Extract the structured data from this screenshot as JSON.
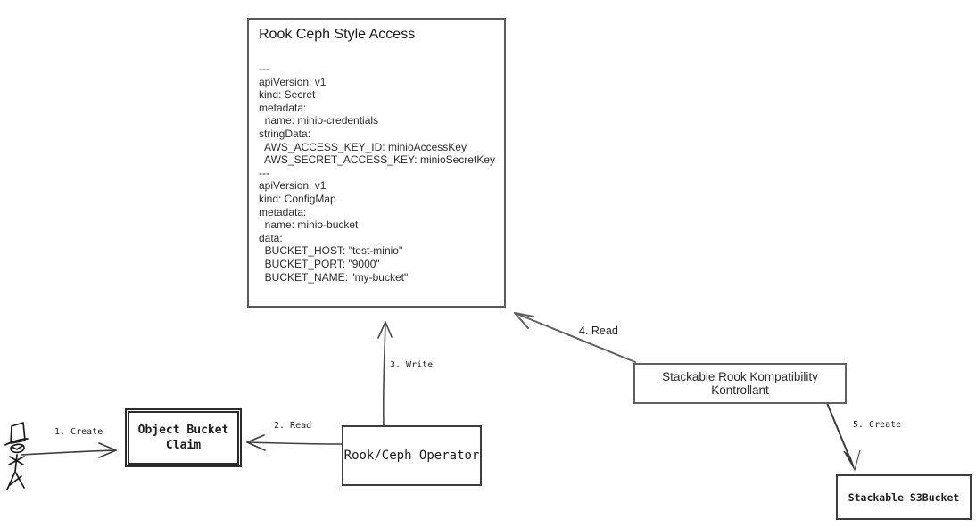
{
  "diagram": {
    "title_box": {
      "title": "Rook Ceph Style Access",
      "yaml": "---\napiVersion: v1\nkind: Secret\nmetadata:\n  name: minio-credentials\nstringData:\n  AWS_ACCESS_KEY_ID: minioAccessKey\n  AWS_SECRET_ACCESS_KEY: minioSecretKey\n---\napiVersion: v1\nkind: ConfigMap\nmetadata:\n  name: minio-bucket\ndata:\n  BUCKET_HOST: \"test-minio\"\n  BUCKET_PORT: \"9000\"\n  BUCKET_NAME: \"my-bucket\""
    },
    "nodes": {
      "object_bucket_claim": {
        "label": "Object Bucket\nClaim"
      },
      "rook_ceph_operator": {
        "label": "Rook/Ceph Operator"
      },
      "kontrollant": {
        "label": "Stackable Rook Kompatibility Kontrollant"
      },
      "s3bucket": {
        "label": "Stackable S3Bucket"
      }
    },
    "arrows": [
      {
        "id": "create-1",
        "label": "1. Create",
        "from": "user",
        "to": "object_bucket_claim"
      },
      {
        "id": "read-2",
        "label": "2. Read",
        "from": "rook_ceph_operator",
        "to": "object_bucket_claim"
      },
      {
        "id": "write-3",
        "label": "3. Write",
        "from": "rook_ceph_operator",
        "to": "title_box"
      },
      {
        "id": "read-4",
        "label": "4. Read",
        "from": "kontrollant",
        "to": "title_box"
      },
      {
        "id": "create-5",
        "label": "5. Create",
        "from": "kontrollant",
        "to": "s3bucket"
      }
    ],
    "actor": {
      "name": "user-stick-figure"
    },
    "colors": {
      "hand_stroke": "#1c1c1c",
      "machine_stroke": "#5a5a5a",
      "arrow_stroke": "#3d3d3d",
      "background": "#ffffff"
    }
  }
}
